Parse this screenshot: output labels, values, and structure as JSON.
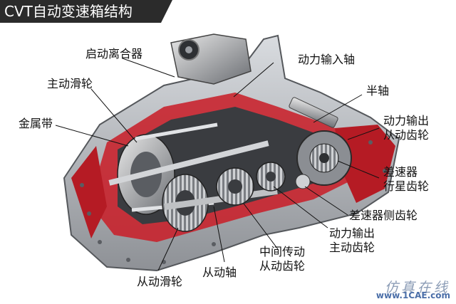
{
  "title": "CVT自动变速箱结构",
  "labels": {
    "clutch": "启动离合器",
    "input_shaft": "动力输入轴",
    "drive_pulley": "主动滑轮",
    "half_shaft": "半轴",
    "belt": "金属带",
    "output_driven_gear": "动力输出\n从动齿轮",
    "diff_planet_gear": "差速器\n行星齿轮",
    "diff_side_gear": "差速器侧齿轮",
    "output_drive_gear": "动力输出\n主动齿轮",
    "intermediate_gear": "中间传动\n从动齿轮",
    "driven_shaft": "从动轴",
    "driven_pulley": "从动滑轮"
  },
  "watermark": {
    "cn": "仿真在线",
    "url": "www.1CAE.com"
  },
  "colors": {
    "casing": "#b9bcc1",
    "cutaway_red": "#c8202a",
    "dark_metal": "#3a3c40",
    "title_bg": "#2b2b2b"
  }
}
